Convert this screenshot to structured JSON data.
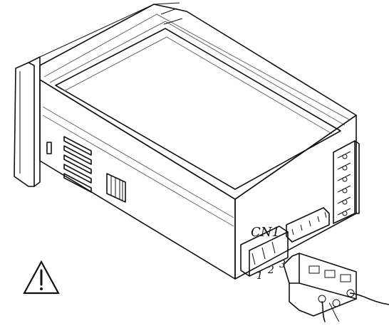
{
  "labels": {
    "connector": "CN1",
    "pin_1": "1",
    "pin_2": "2",
    "pin_3": "3"
  },
  "icons": {
    "warning": "warning-triangle-icon"
  },
  "colors": {
    "line": "#111111",
    "background": "#ffffff"
  }
}
